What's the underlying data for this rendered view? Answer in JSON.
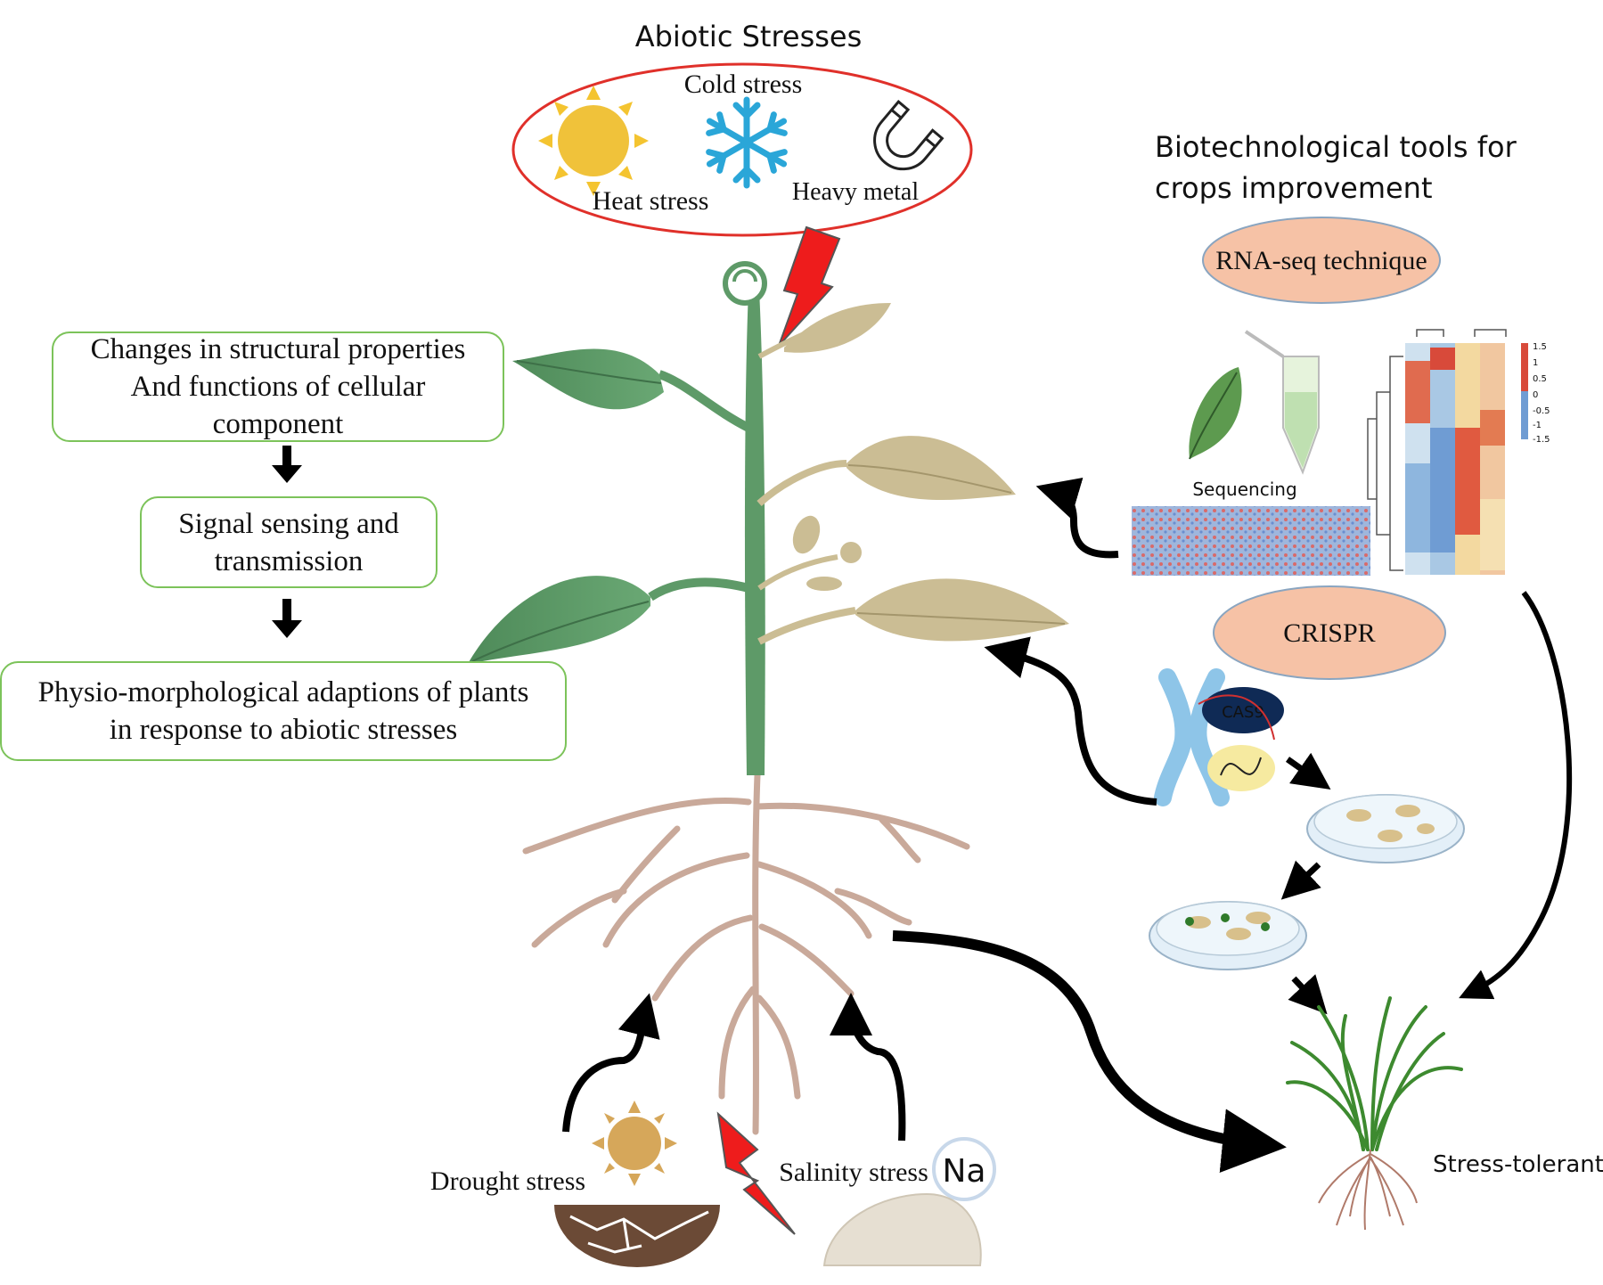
{
  "title": "Abiotic Stresses",
  "top_stresses": {
    "cold": "Cold stress",
    "heat": "Heat stress",
    "heavy_metal": "Heavy metal",
    "icons": [
      "sun-icon",
      "snowflake-icon",
      "magnet-icon"
    ]
  },
  "process_boxes": [
    {
      "lines": [
        "Changes in structural properties",
        "And functions of cellular",
        "component"
      ]
    },
    {
      "lines": [
        "Signal sensing and",
        "transmission"
      ]
    },
    {
      "lines": [
        "Physio-morphological adaptions of plants",
        "in response to abiotic stresses"
      ]
    }
  ],
  "biotech": {
    "heading_line1": "Biotechnological tools for",
    "heading_line2": "crops improvement",
    "rnaseq_label": "RNA-seq technique",
    "sequencing_label": "Sequencing",
    "heatmap_legend": [
      "1.5",
      "1",
      "0.5",
      "0",
      "-0.5",
      "-1",
      "-1.5"
    ],
    "crispr_label": "CRISPR",
    "cas9_label": "CAS9",
    "result_label": "Stress-tolerant"
  },
  "bottom_stresses": {
    "drought": "Drought stress",
    "salinity": "Salinity stress",
    "sodium_symbol": "Na"
  },
  "colors": {
    "stress_ellipse": "#e0302a",
    "box_border": "#7cc35a",
    "stem_green": "#5e9a68",
    "leaf_tan": "#cbbd94",
    "root": "#c9a99a",
    "label_ellipse_fill": "#f6c2a6",
    "lightning": "#ee1c1c",
    "result_text": "#7a3fa0"
  }
}
